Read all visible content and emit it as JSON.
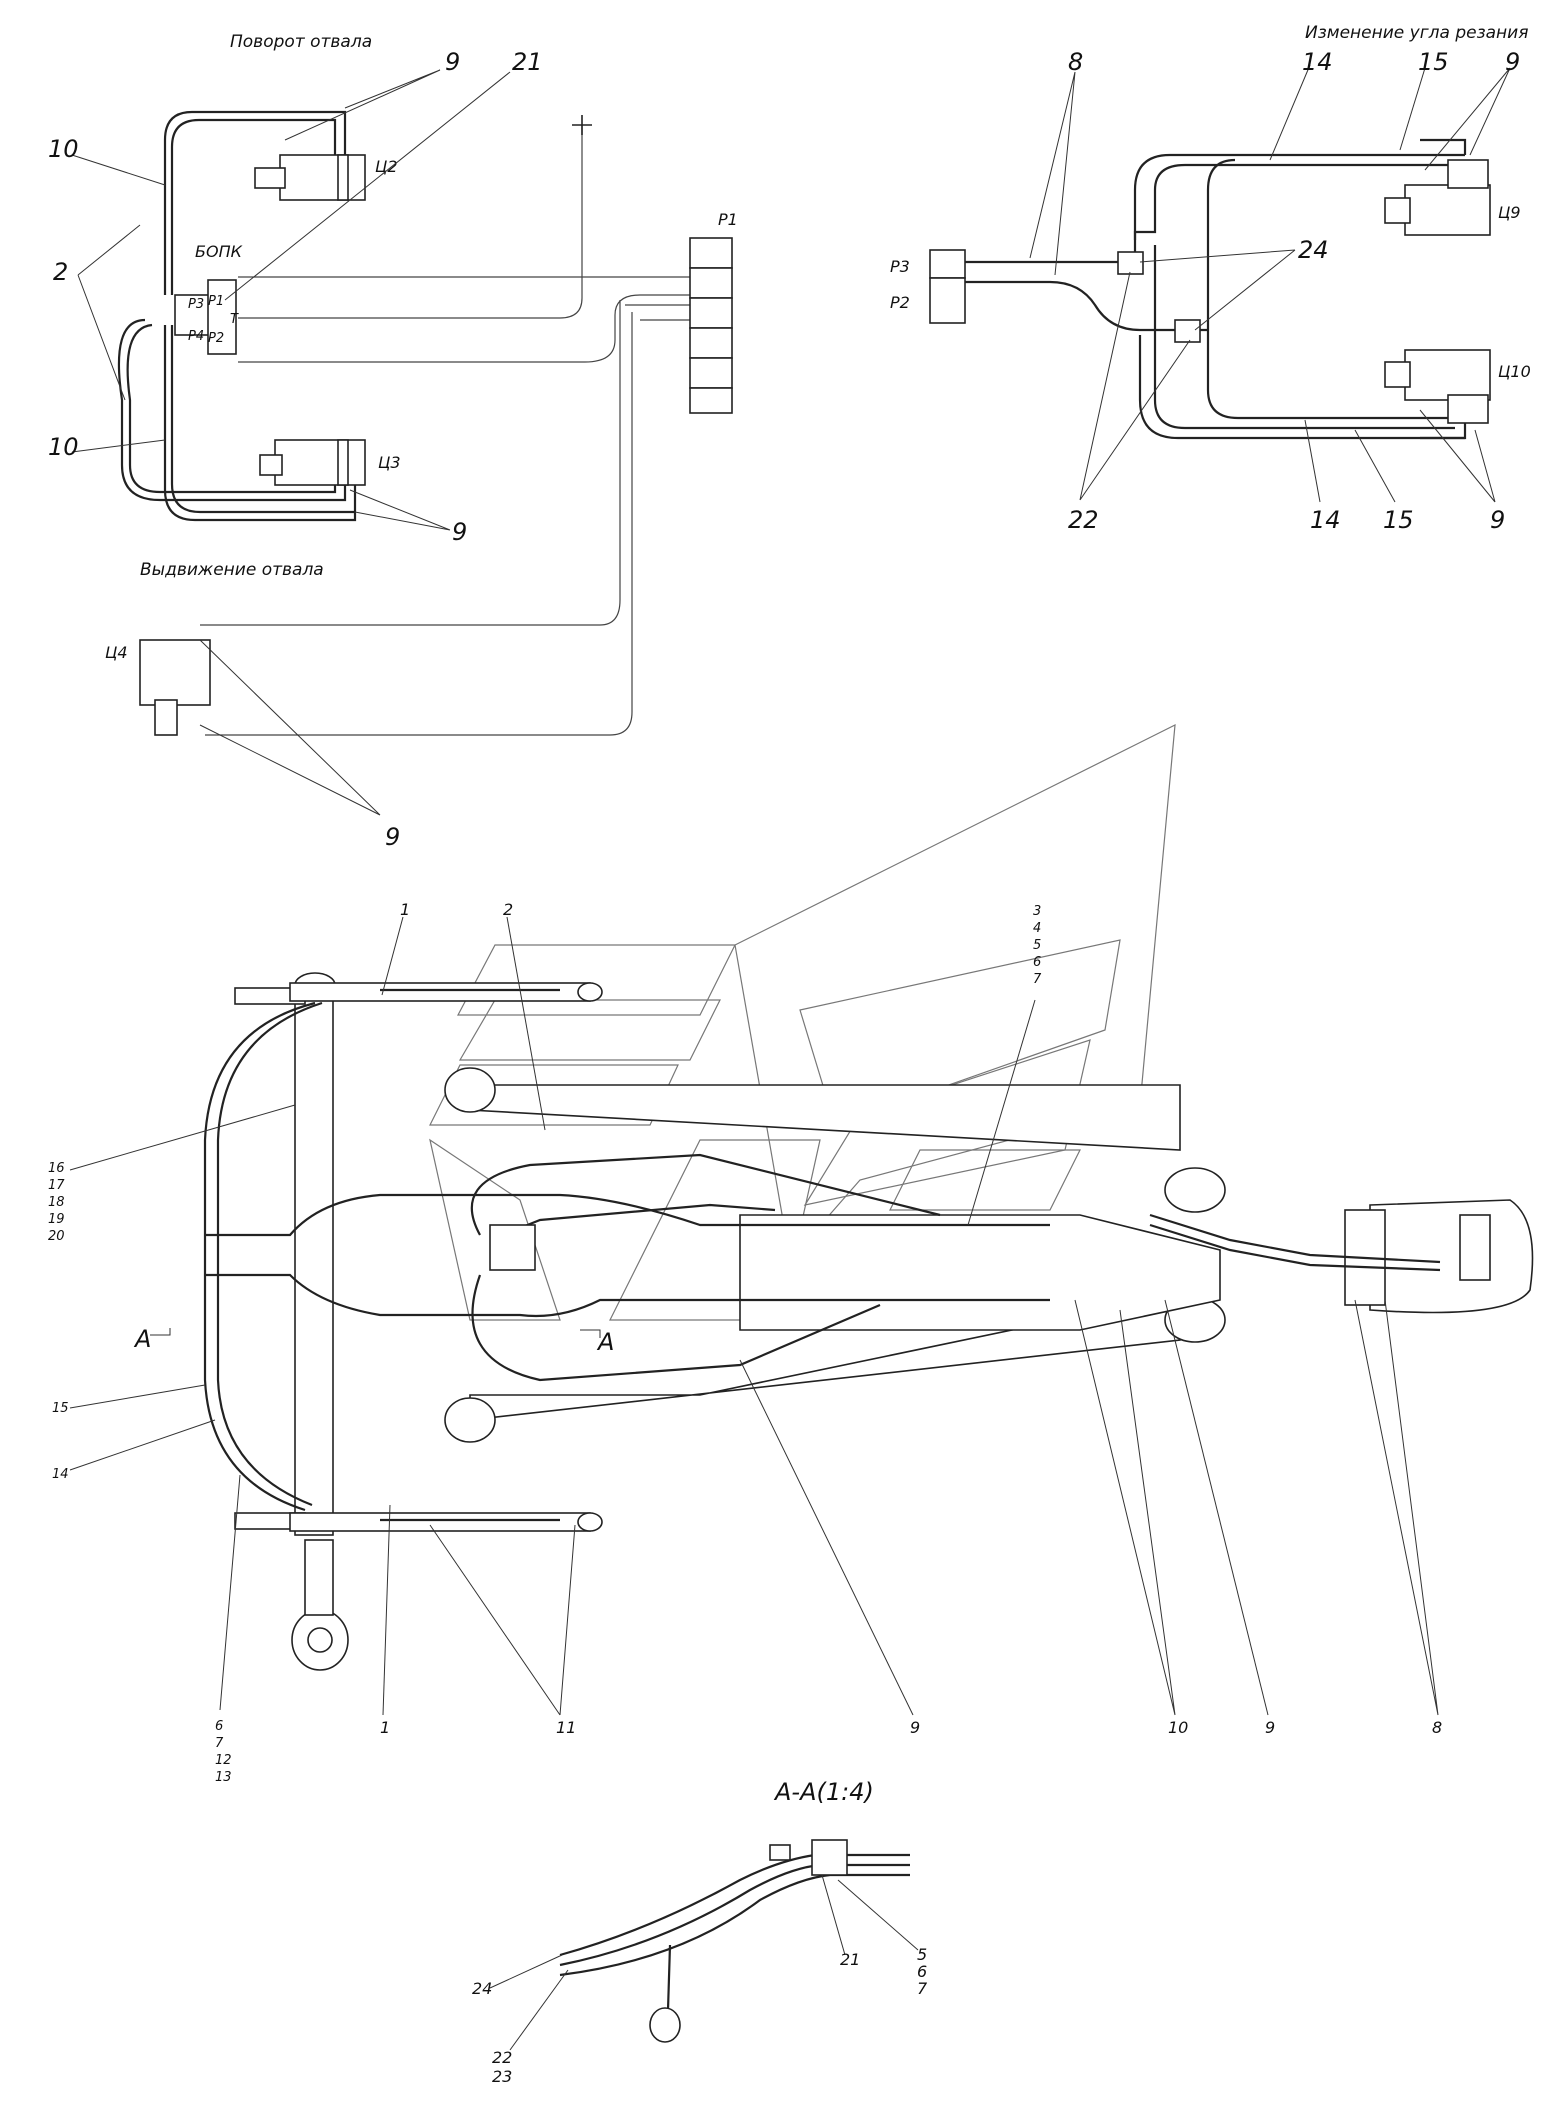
{
  "schemes": {
    "top_left": {
      "caption_top": "Поворот отвала",
      "caption_bottom": "Выдвижение отвала",
      "block_label": "БОПК",
      "ports": [
        "P3",
        "P1",
        "P4",
        "P2",
        "T"
      ],
      "cylinders": [
        "Ц2",
        "Ц3",
        "Ц4"
      ],
      "distributor": "P1",
      "callouts": [
        "9",
        "21",
        "10",
        "2",
        "10",
        "9",
        "9"
      ]
    },
    "top_right": {
      "caption": "Изменение угла резания",
      "ports": [
        "P3",
        "P2"
      ],
      "cylinders": [
        "Ц9",
        "Ц10"
      ],
      "callouts": [
        "8",
        "14",
        "15",
        "9",
        "24",
        "22",
        "14",
        "15",
        "9"
      ]
    }
  },
  "main_view": {
    "callouts_top": [
      "1",
      "2",
      "3",
      "4",
      "5",
      "6",
      "7"
    ],
    "callouts_left": [
      "16",
      "17",
      "18",
      "19",
      "20",
      "15",
      "14"
    ],
    "callouts_bottom": [
      "6",
      "7",
      "12",
      "13",
      "1",
      "11",
      "9",
      "10",
      "9",
      "8"
    ],
    "section_marks": [
      "A",
      "A"
    ]
  },
  "section_view": {
    "title": "А-А(1:4)",
    "callouts": [
      "21",
      "5",
      "6",
      "7",
      "24",
      "22",
      "23"
    ]
  }
}
